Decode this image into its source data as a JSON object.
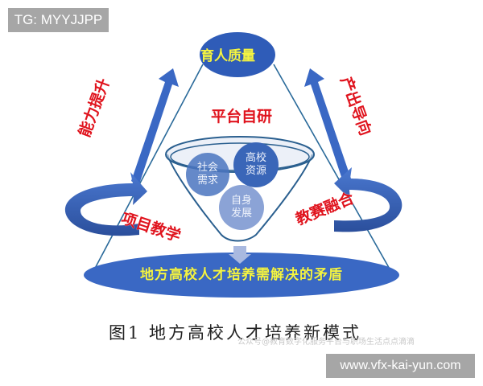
{
  "watermarks": {
    "top_left": "TG: MYYJJPP",
    "bottom_right": "www.vfx-kai-yun.com",
    "faint_overlay": "公众号@教育数字化服务平台与职场生活点点滴滴"
  },
  "diagram": {
    "apex": "育人质量",
    "left_side": "能力提升",
    "right_side": "产出导向",
    "center_title": "平台自研",
    "bottom_left": "项目教学",
    "bottom_right": "教赛融合",
    "funnel_circles": [
      {
        "line1": "社会",
        "line2": "需求"
      },
      {
        "line1": "高校",
        "line2": "资源"
      },
      {
        "line1": "自身",
        "line2": "发展"
      }
    ],
    "base": "地方高校人才培养需解决的矛盾",
    "colors": {
      "primary_blue": "#3a68c4",
      "dark_blue": "#2d55a8",
      "label_red": "#e0141e",
      "label_yellow": "#f4f442",
      "circle_blue": "#4a74c0",
      "circle_light": "#8ba3d6"
    }
  },
  "caption": "图1 地方高校人才培养新模式"
}
